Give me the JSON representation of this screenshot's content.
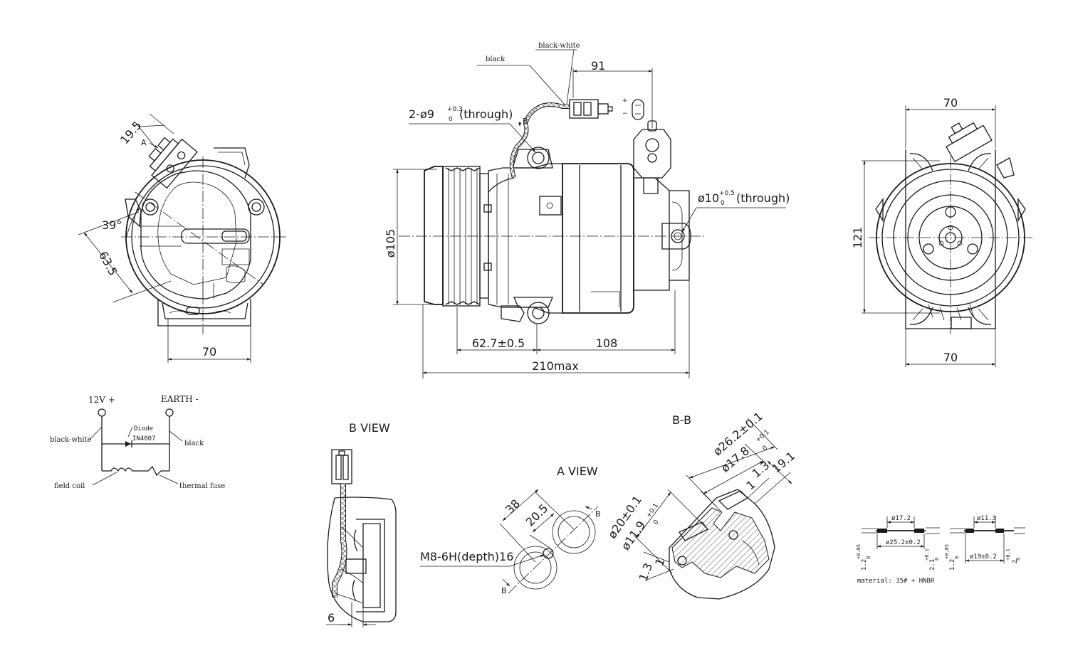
{
  "front_view": {
    "dim_width": "70",
    "dim_offset": "19.5",
    "dim_angle": "39°",
    "dim_radius": "63.5",
    "label_a": "A"
  },
  "side_view": {
    "wire_black": "black",
    "wire_black_white": "black-white",
    "dim_connector": "91",
    "hole_1": "2-ø9",
    "hole_1_tol_up": "+0.3",
    "hole_1_tol_dn": "0",
    "hole_1_note": "(through)",
    "label_b": "B",
    "dim_pulley": "ø105",
    "hole_2": "ø10",
    "hole_2_tol_up": "+0.5",
    "hole_2_tol_dn": "0",
    "hole_2_note": "(through)",
    "dim_front": "62.7±0.5",
    "dim_body": "108",
    "dim_total": "210max",
    "plus": "+",
    "minus": "−"
  },
  "rear_view": {
    "dim_top": "70",
    "dim_height": "121",
    "dim_bottom": "70"
  },
  "circuit": {
    "label_12v": "12V +",
    "label_earth": "EARTH -",
    "label_diode": "Diode",
    "label_diode_part": "IN4007",
    "label_black_white": "black-white",
    "label_black": "black",
    "label_field_coil": "field coil",
    "label_thermal_fuse": "thermal fuse"
  },
  "b_view": {
    "title": "B VIEW",
    "dim": "6"
  },
  "a_view": {
    "title": "A VIEW",
    "dim_38": "38",
    "dim_20_5": "20.5",
    "thread": "M8-6H(depth)16",
    "label_b1": "B",
    "label_b2": "B"
  },
  "bb_section": {
    "title": "B-B",
    "dim_26_2": "ø26.2±0.1",
    "dim_17_8": "ø17.8",
    "dim_17_8_up": "+0.1",
    "dim_17_8_dn": "0",
    "dim_19_1": "19.1",
    "dim_1_3a": "1.3",
    "dim_1a": "1",
    "dim_20": "ø20±0.1",
    "dim_11_9": "ø11.9",
    "dim_11_9_up": "+0.1",
    "dim_11_9_dn": "0",
    "dim_1_3b": "1.3",
    "dim_1b": "1"
  },
  "seals": {
    "seal1_inner": "ø17.2",
    "seal1_outer": "ø25.2±0.2",
    "seal1_thick": "1.2",
    "seal1_thick_up": "+0.05",
    "seal1_thick_dn": "0",
    "seal1_height": "2.1",
    "seal1_height_up": "+0.1",
    "seal1_height_dn": "0",
    "seal2_inner": "ø11.3",
    "seal2_outer": "ø19±0.2",
    "seal2_thick": "1.2",
    "seal2_thick_up": "+0.05",
    "seal2_thick_dn": "0",
    "seal2_height": "2",
    "seal2_height_up": "+0.1",
    "seal2_height_dn": "0",
    "material": "material: 35# + HNBR"
  }
}
